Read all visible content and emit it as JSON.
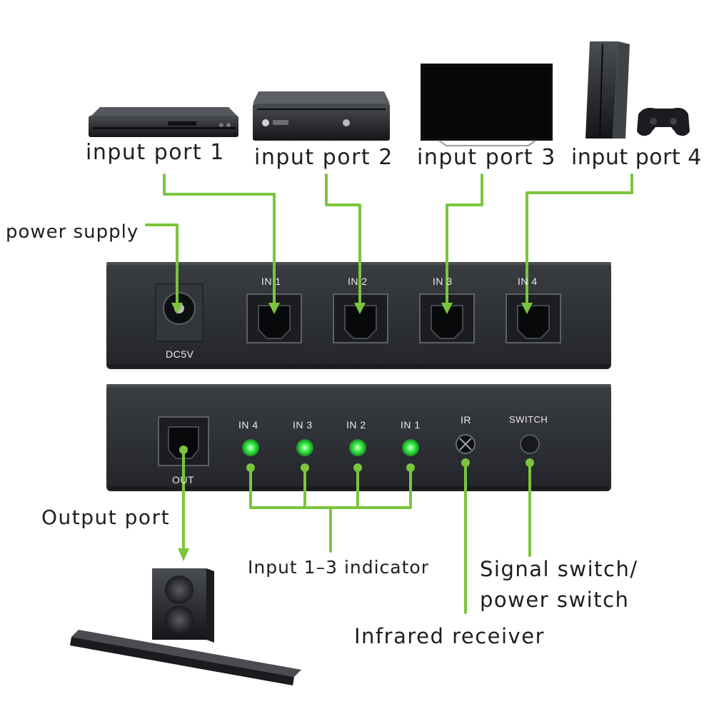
{
  "labels": {
    "input_port_1": "input port 1",
    "input_port_2": "input port 2",
    "input_port_3": "input port 3",
    "input_port_4": "input port 4",
    "power_supply": "power supply",
    "output_port": "Output port",
    "indicator": "Input 1–3 indicator",
    "signal_switch_line1": "Signal switch/",
    "signal_switch_line2": "power switch",
    "infrared_receiver": "Infrared receiver"
  },
  "back_panel": {
    "dc_label": "DC5V",
    "ports": [
      "IN 1",
      "IN 2",
      "IN 3",
      "IN 4"
    ]
  },
  "front_panel": {
    "out_label": "OUT",
    "leds": [
      "IN 4",
      "IN 3",
      "IN 2",
      "IN 1"
    ],
    "ir_label": "IR",
    "switch_label": "SWITCH"
  },
  "colors": {
    "accent_green": "#7bc53c",
    "led_green": "#3cf24c",
    "device_body": "#2c2e32"
  },
  "icons": {
    "device_1": "blu-ray-player-icon",
    "device_2": "xbox-console-icon",
    "device_3": "television-icon",
    "device_4": "playstation-console-icon",
    "output_device": "soundbar-subwoofer-icon"
  }
}
